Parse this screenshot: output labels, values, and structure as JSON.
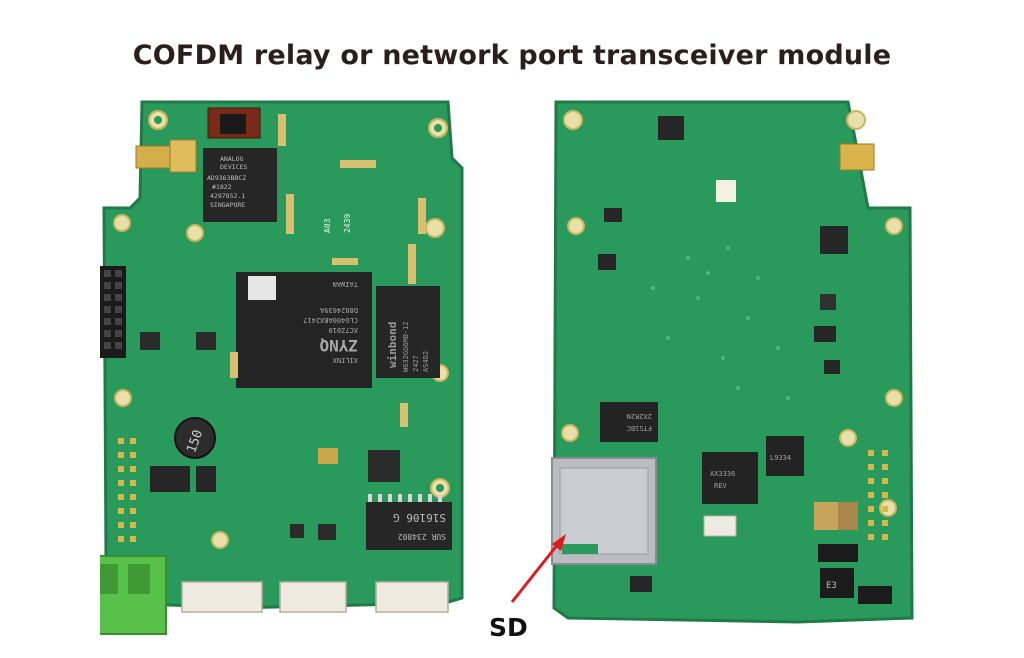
{
  "title": "COFDM relay or network port transceiver module",
  "annotation": {
    "label": "SD",
    "arrow_color": "#e0191e"
  },
  "left_board": {
    "chip_labels": {
      "adc": [
        "ANALOG",
        "DEVICES",
        "AD9363BBCZ",
        "#1822",
        "4297852.1",
        "SINGAPORE"
      ],
      "zynq": [
        "XILINX",
        "ZYNQ",
        "XC7Z010",
        "CLG400ABX2417",
        "D8824639A",
        "TAIWAN"
      ],
      "winbond": [
        "winbond",
        "W632GG6MB-12",
        "2427",
        "AS4D2"
      ],
      "inductor": "150",
      "magnetics": [
        "SUR 234802",
        "S16106 G"
      ],
      "silk": [
        "A03",
        "2439"
      ]
    }
  },
  "right_board": {
    "chip_labels": {
      "ic1": [
        "FTS1BC",
        "2X2R2N"
      ],
      "qfp": [
        "AX3336",
        "REV"
      ],
      "tssop": [
        "L9334"
      ],
      "diode": "E3"
    }
  },
  "colors": {
    "pcb": "#2a9a5c",
    "pcb_dark": "#1f7a48",
    "terminal": "#58c14a"
  }
}
